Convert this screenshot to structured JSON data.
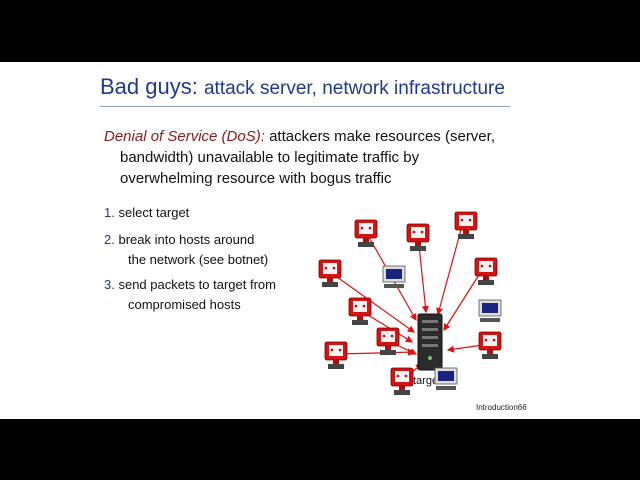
{
  "title": {
    "main": "Bad guys:",
    "sub": "attack server, network infrastructure"
  },
  "dos": {
    "term": "Denial of Service (DoS):",
    "line1": "attackers make resources (server,",
    "line2": "bandwidth) unavailable to legitimate traffic by",
    "line3": "overwhelming resource with bogus traffic"
  },
  "steps": [
    {
      "num": "1.",
      "line1": "select target",
      "line2": ""
    },
    {
      "num": "2.",
      "line1": "break into hosts around",
      "line2": "the network (see botnet)"
    },
    {
      "num": "3.",
      "line1": "send packets to target from",
      "line2": "compromised hosts"
    }
  ],
  "diagram": {
    "target_label": "target"
  },
  "footer": "Introduction66",
  "colors": {
    "title": "#1f3a8a",
    "term": "#8b1a1a",
    "arrows": "#d11",
    "bot": "#d41414"
  }
}
